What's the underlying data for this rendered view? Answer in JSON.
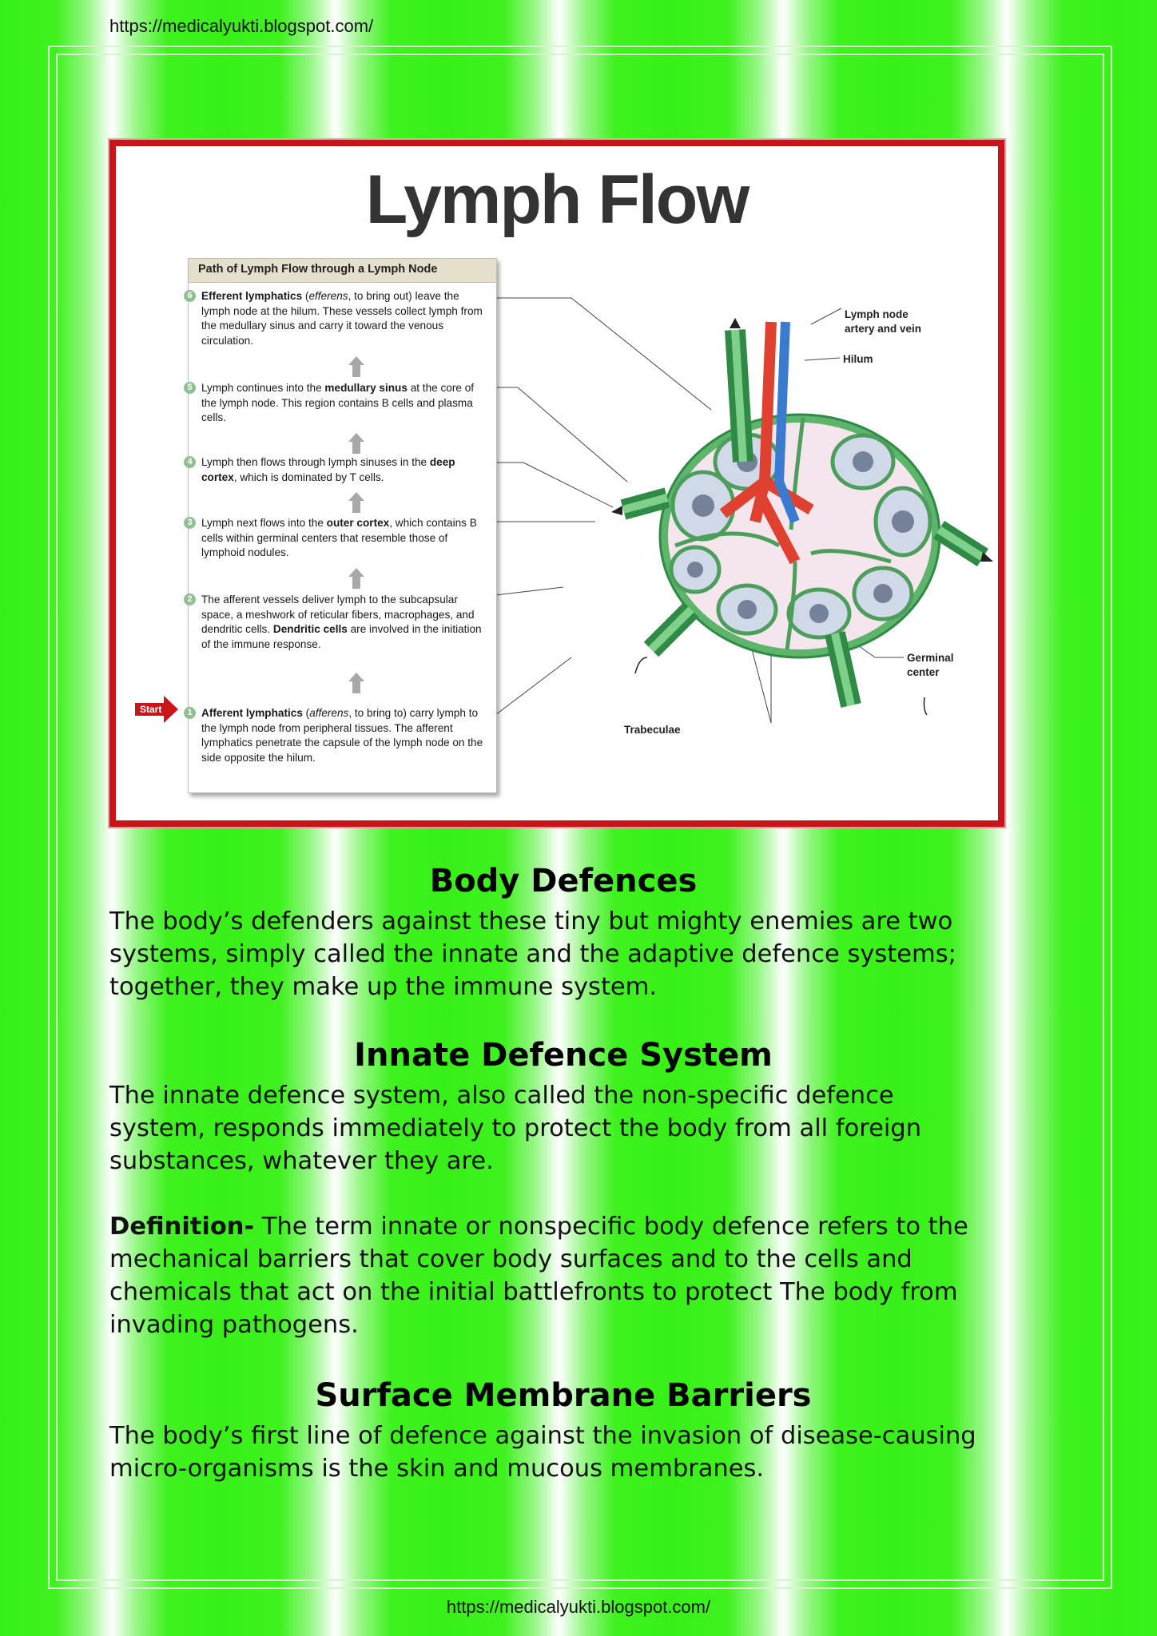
{
  "header": {
    "url": "https://medicalyukti.blogspot.com/"
  },
  "footer": {
    "url": "https://medicalyukti.blogspot.com/"
  },
  "figure": {
    "title": "Lymph Flow",
    "panel_title": "Path of Lymph Flow through a Lymph Node",
    "start_label": "Start",
    "steps": [
      {
        "num": "6",
        "lead": "Efferent lymphatics",
        "paren_open": " (",
        "italic": "efferens",
        "paren_rest": ", to bring out)",
        "rest": "leave the lymph node at the hilum. These vessels collect lymph from the medullary sinus and carry it toward the venous circulation."
      },
      {
        "num": "5",
        "pre": "Lymph continues into the ",
        "bold": "medullary sinus",
        "post": " at the core of the lymph node. This region contains B cells and plasma cells."
      },
      {
        "num": "4",
        "pre": "Lymph then flows through lymph sinuses in the ",
        "bold": "deep cortex",
        "post": ", which is dominated by T cells."
      },
      {
        "num": "3",
        "pre": "Lymph next flows into the ",
        "bold": "outer cortex",
        "post": ", which contains B cells within germinal centers that resemble those of lymphoid nodules."
      },
      {
        "num": "2",
        "pre": "The afferent vessels deliver lymph to the subcapsular space, a meshwork of reticular fibers, macrophages, and dendritic cells. ",
        "bold": "Dendritic cells",
        "post": " are involved in the initiation of the immune response."
      },
      {
        "num": "1",
        "lead": "Afferent lymphatics",
        "paren_open": " (",
        "italic": "afferens",
        "paren_rest": ", to bring to)",
        "rest": "carry lymph to the lymph node from peripheral tissues. The afferent lymphatics penetrate the capsule of the lymph node on the side opposite the hilum."
      }
    ],
    "labels": {
      "artery_vein": "Lymph node artery and vein",
      "hilum": "Hilum",
      "germinal": "Germinal center",
      "trabeculae": "Trabeculae"
    }
  },
  "sections": {
    "body_defences": {
      "heading": "Body Defences",
      "text": "The body’s defenders against these tiny but mighty enemies are two systems, simply called the innate and the adaptive defence systems; together, they make up the immune system."
    },
    "innate": {
      "heading": "Innate Defence System",
      "text": "The innate defence system, also called the non-specific defence system, responds immediately to protect the body from all foreign substances, whatever they are.",
      "definition_label": "Definition-",
      "definition_text": " The term innate or nonspecific body defence refers to the mechanical barriers that cover body surfaces and to the cells and chemicals that act on the initial battlefronts to protect The body from invading pathogens."
    },
    "surface": {
      "heading": "Surface Membrane Barriers",
      "text": "The body’s first line of defence against the invasion of disease-causing micro-organisms is the skin and mucous membranes."
    }
  },
  "colors": {
    "frame_red": "#c9141a",
    "bg_green": "#38f018",
    "node_green": "#3aa55a",
    "artery": "#e04030",
    "vein": "#3a7ad0"
  }
}
